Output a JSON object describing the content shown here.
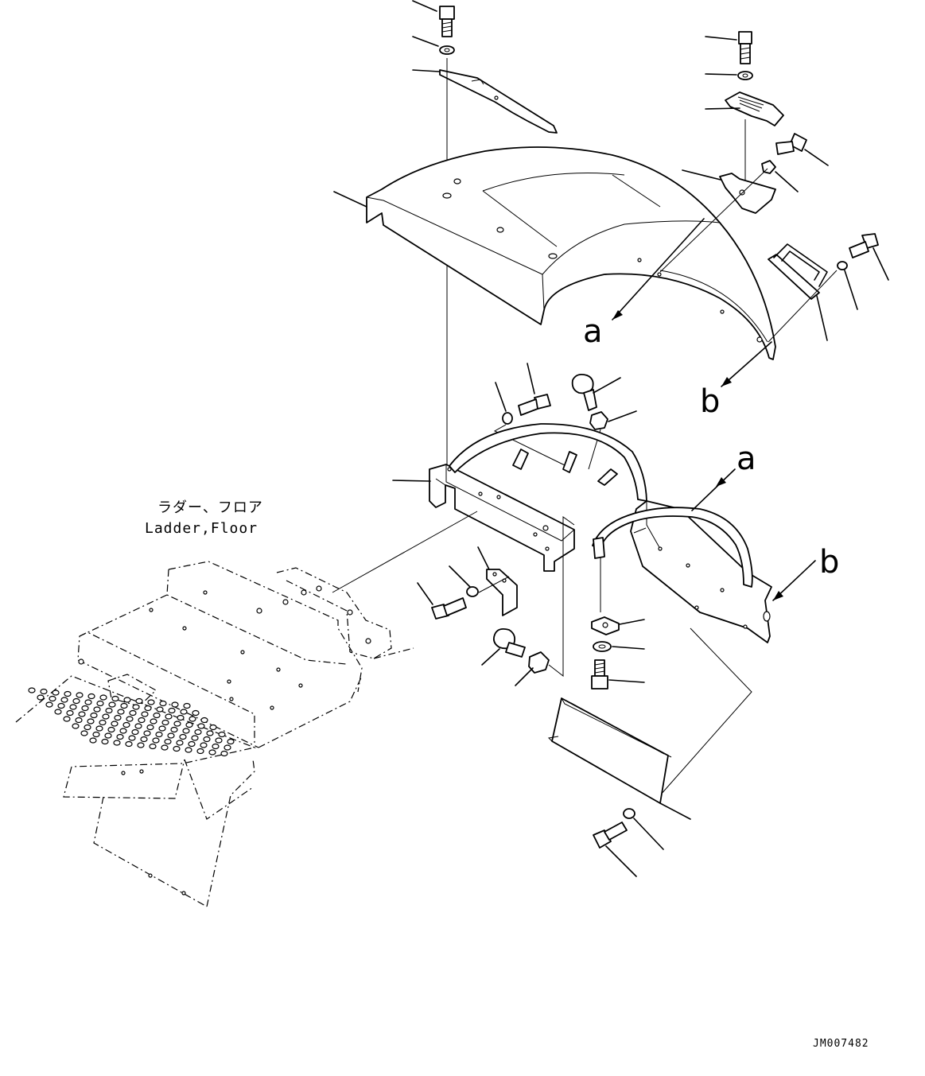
{
  "labels": {
    "ladder_floor_jp": "ラダー、フロア",
    "ladder_floor_en": "Ladder,Floor",
    "marker_a": "a",
    "marker_b": "b",
    "drawing_code": "JM007482"
  }
}
